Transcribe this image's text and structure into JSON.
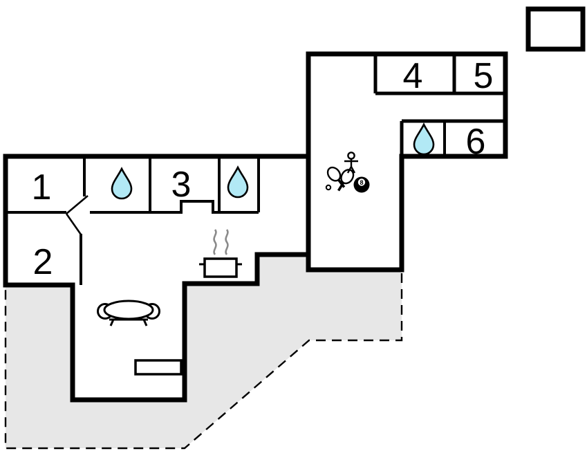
{
  "colors": {
    "wall": "#000000",
    "terrace": "#e7e7e7",
    "water": "#b2e9f5",
    "steam": "#8a8a8a",
    "background": "#ffffff"
  },
  "floorplan": {
    "room_numbers": [
      "1",
      "2",
      "3",
      "4",
      "5",
      "6"
    ],
    "billiard_ball": "8",
    "water_drop_count": 3
  }
}
